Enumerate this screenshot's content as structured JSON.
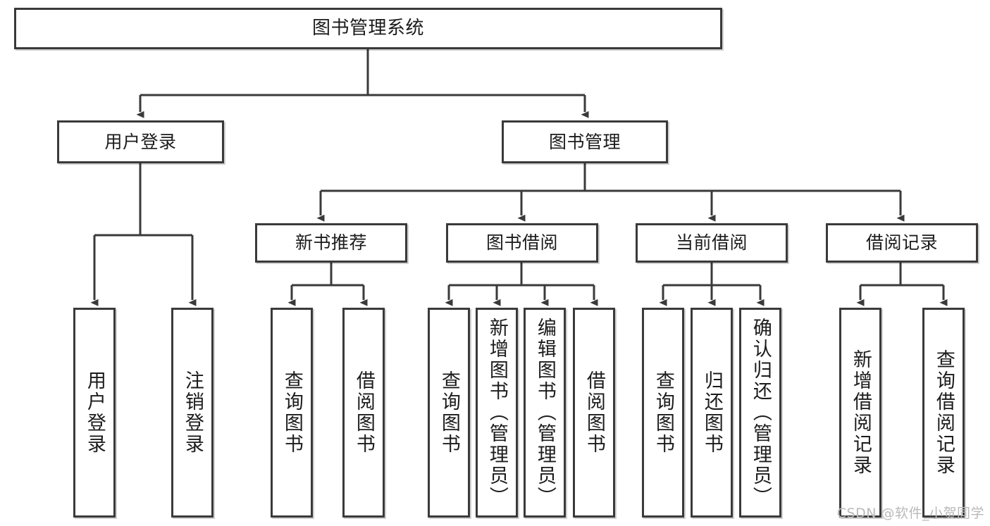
{
  "diagram": {
    "title": "图书管理系统",
    "type": "tree-hierarchy-chart",
    "colors": {
      "box_border": "#3a3a3a",
      "box_fill": "#ffffff",
      "connector": "#3a3a3a",
      "text": "#1b1b1b",
      "watermark": "#b9b9b9"
    },
    "nodes": {
      "root": {
        "label": "图书管理系统"
      },
      "level1": [
        {
          "label": "用户登录"
        },
        {
          "label": "图书管理"
        }
      ],
      "level2": [
        {
          "label": "新书推荐"
        },
        {
          "label": "图书借阅"
        },
        {
          "label": "当前借阅"
        },
        {
          "label": "借阅记录"
        }
      ],
      "leaves": {
        "user_login": [
          {
            "label": "用户登录"
          },
          {
            "label": "注销登录"
          }
        ],
        "new_book_recommend": [
          {
            "label": "查询图书"
          },
          {
            "label": "借阅图书"
          }
        ],
        "book_borrow": [
          {
            "label": "查询图书"
          },
          {
            "label": "新增图书（管理员）"
          },
          {
            "label": "编辑图书（管理员）"
          },
          {
            "label": "借阅图书"
          }
        ],
        "current_borrow": [
          {
            "label": "查询图书"
          },
          {
            "label": "归还图书"
          },
          {
            "label": "确认归还（管理员）"
          }
        ],
        "borrow_record": [
          {
            "label": "新增借阅记录"
          },
          {
            "label": "查询借阅记录"
          }
        ]
      }
    }
  },
  "watermark": {
    "text": "CSDN @软件_小贺同学"
  }
}
